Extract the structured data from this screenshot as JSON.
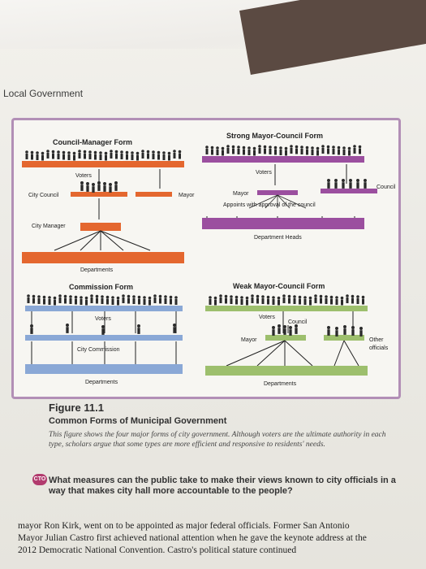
{
  "page": {
    "header": "Local Government"
  },
  "diagram": {
    "council_manager": {
      "title": "Council-Manager Form",
      "voters": "Voters",
      "city_council": "City Council",
      "mayor": "Mayor",
      "city_manager": "City Manager",
      "departments": "Departments",
      "colors": {
        "bar": "#e4672f"
      }
    },
    "strong_mayor": {
      "title": "Strong Mayor-Council Form",
      "voters": "Voters",
      "council": "Council",
      "mayor": "Mayor",
      "appoints": "Appoints with approval of the council",
      "department_heads": "Department Heads",
      "colors": {
        "bar": "#9b4f9f"
      }
    },
    "commission": {
      "title": "Commission Form",
      "voters": "Voters",
      "city_commission": "City Commission",
      "departments": "Departments",
      "colors": {
        "bar": "#8aa8d6"
      }
    },
    "weak_mayor": {
      "title": "Weak Mayor-Council Form",
      "voters": "Voters",
      "council": "Council",
      "mayor": "Mayor",
      "other_officials": [
        "Other",
        "officials"
      ],
      "departments": "Departments",
      "colors": {
        "bar": "#9dbf6d"
      }
    }
  },
  "caption": {
    "number": "Figure 11.1",
    "title": "Common Forms of Municipal Government",
    "description": "This figure shows the four major forms of city government. Although voters are the ultimate authority in each type, scholars argue that some types are more efficient and responsive to residents' needs."
  },
  "question": {
    "badge": "CTO",
    "text": "What measures can the public take to make their views known to city officials in a way that makes city hall more accountable to the people?"
  },
  "body": [
    "mayor Ron Kirk, went on to be appointed as major federal officials. Former San Antonio",
    "Mayor Julian Castro first achieved national attention when he gave the keynote address at the",
    "2012 Democratic National Convention. Castro's political stature continued"
  ]
}
